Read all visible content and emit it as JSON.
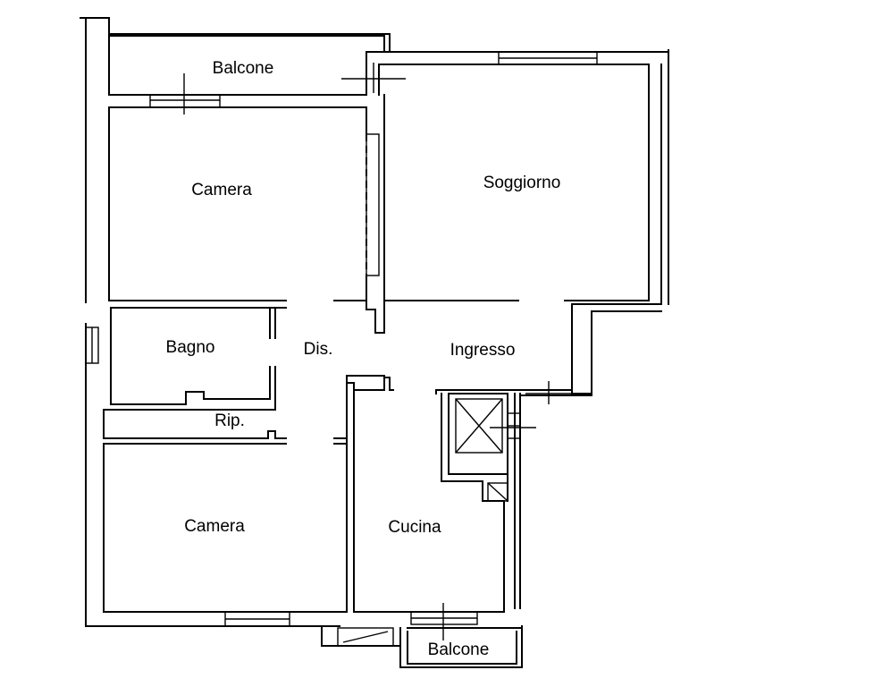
{
  "colors": {
    "line": "#000000",
    "background": "#ffffff"
  },
  "rooms": {
    "balcone_top": "Balcone",
    "camera_top": "Camera",
    "soggiorno": "Soggiorno",
    "bagno": "Bagno",
    "disimpegno": "Dis.",
    "ingresso": "Ingresso",
    "ripostiglio": "Rip.",
    "camera_bottom": "Camera",
    "cucina": "Cucina",
    "balcone_bottom": "Balcone"
  }
}
